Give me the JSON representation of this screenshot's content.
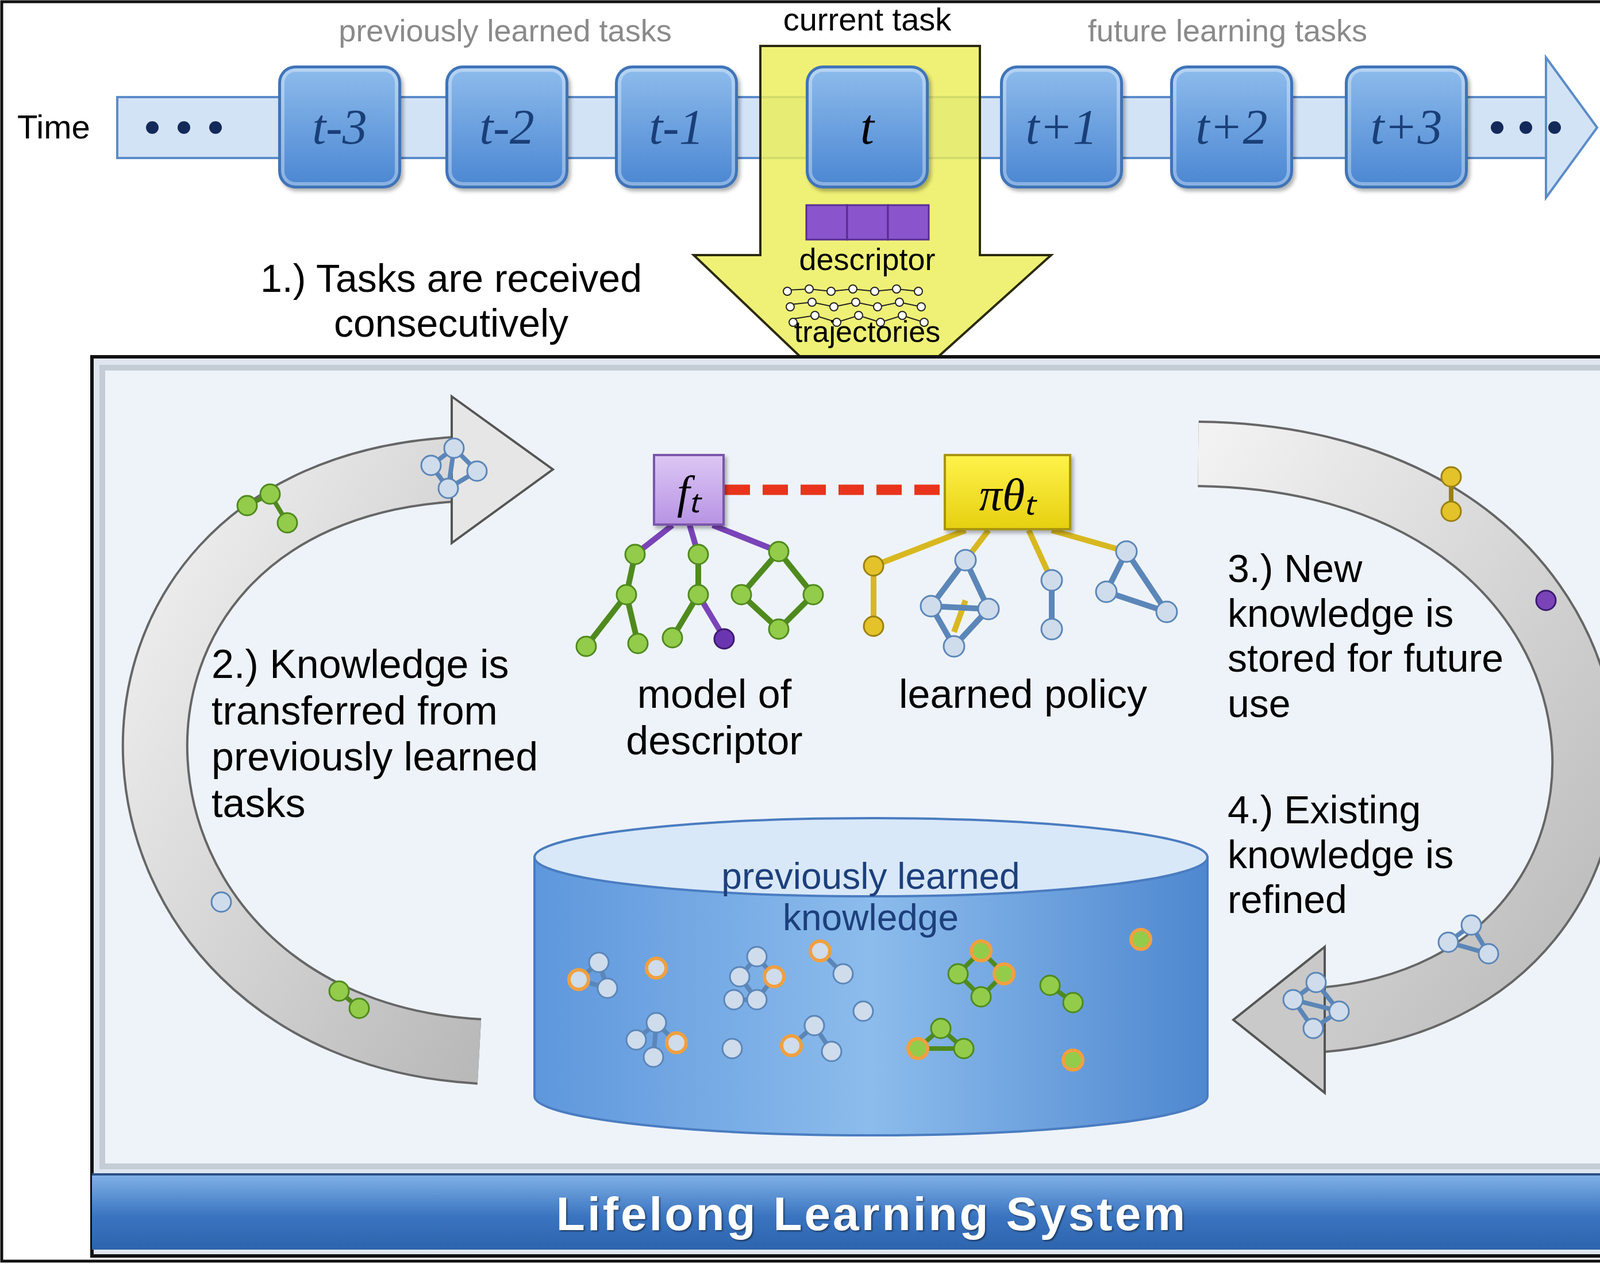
{
  "diagram": {
    "nodes": [
      {
        "text": [
          "t-3"
        ]
      },
      {
        "text": [
          "t-2"
        ]
      },
      {
        "text": [
          "t-1"
        ]
      },
      {
        "text": [
          "t"
        ]
      },
      {
        "text": [
          "t+1"
        ]
      },
      {
        "text": [
          "t+2"
        ]
      },
      {
        "text": [
          "t+3"
        ]
      },
      {
        "text": [
          "Lifelong Learning System"
        ]
      },
      {
        "text": [
          "fₜ"
        ],
        "in": 7
      },
      {
        "text": [
          "πθₜ"
        ],
        "in": 7
      },
      {
        "text": [
          "previously learned knowledge"
        ],
        "in": 7
      }
    ],
    "edges": [
      {
        "from": 8,
        "to": 9,
        "arrow": "none"
      }
    ],
    "labels": [
      "Time",
      "previously learned tasks",
      "current task",
      "future learning tasks",
      "descriptor",
      "trajectories",
      "1.) Tasks are received consecutively",
      "model of descriptor",
      "learned policy",
      "2.) Knowledge is transferred from previously learned tasks",
      "3.) New knowledge is stored for future use",
      "4.) Existing knowledge is refined"
    ]
  }
}
